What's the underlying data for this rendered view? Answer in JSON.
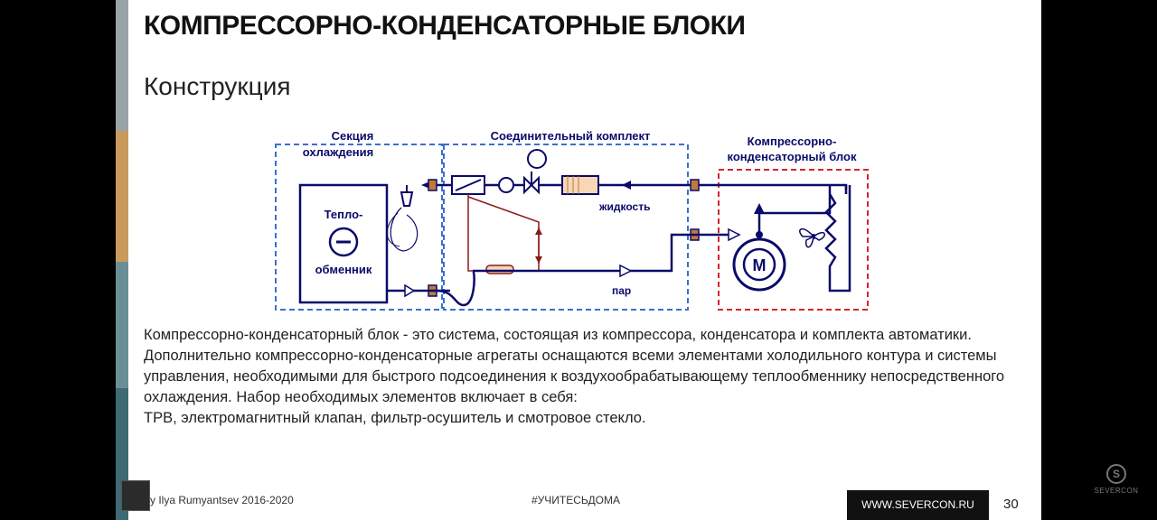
{
  "slide": {
    "title": "КОМПРЕССОРНО-КОНДЕНСАТОРНЫЕ БЛОКИ",
    "subtitle": "Конструкция",
    "accent_colors": [
      "#9aa4a8",
      "#c99a5c",
      "#6a8e95",
      "#3e6a73"
    ]
  },
  "diagram": {
    "section_cooling_line1": "Секция",
    "section_cooling_line2": "охлаждения",
    "section_connect": "Соединительный комплект",
    "section_ccu_line1": "Компрессорно-",
    "section_ccu_line2": "конденсаторный блок",
    "hx_line1": "Тепло-",
    "hx_line2": "обменник",
    "liquid_label": "жидкость",
    "vapor_label": "пар",
    "motor_label": "M",
    "colors": {
      "pipe": "#0a0a6a",
      "dashed_blue": "#3a6fd0",
      "dashed_red": "#d8232a",
      "capillary": "#8a1a1a"
    }
  },
  "body": {
    "p1": "Компрессорно-конденсаторный блок - это система, состоящая из компрессора,   конденсатора и комплекта автоматики.",
    "p2": "Дополнительно компрессорно-конденсаторные агрегаты оснащаются всеми элементами холодильного контура и системы управления, необходимыми для быстрого подсоединения к воздухообрабатывающему теплообменнику непосредственного охлаждения. Набор необходимых элементов включает в себя:",
    "p3": "ТРВ, электромагнитный клапан, фильтр-осушитель  и смотровое стекло."
  },
  "footer": {
    "author": "y  Ilya Rumyantsev   2016-2020",
    "hashtag": "#УЧИТЕСЬДОМА",
    "url": "WWW.SEVERCON.RU",
    "page": "30"
  },
  "watermark": {
    "symbol": "S",
    "text": "SEVERCON"
  }
}
